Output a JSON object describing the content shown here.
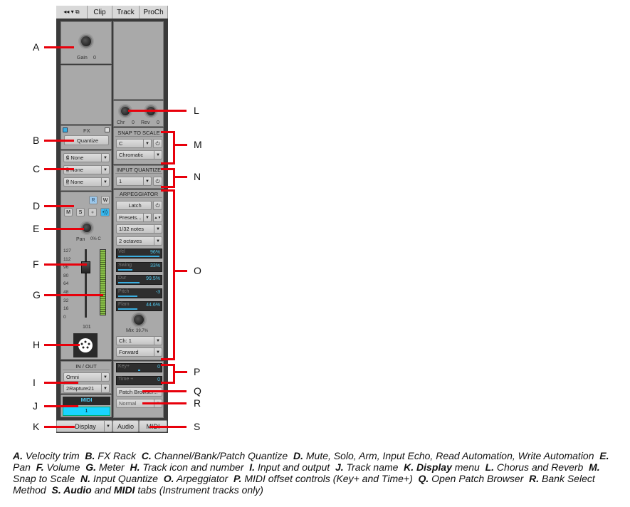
{
  "tabs": {
    "icons": "◂◂ ▾ ⧉",
    "clip": "Clip",
    "track": "Track",
    "proch": "ProCh"
  },
  "gain": {
    "label": "Gain",
    "value": "0"
  },
  "chorus": {
    "label": "Chr",
    "value": "0"
  },
  "reverb": {
    "label": "Rev",
    "value": "0"
  },
  "fx": {
    "title": "FX",
    "quantize": "Quantize"
  },
  "quantize_rows": [
    {
      "tag": "C",
      "value": "None"
    },
    {
      "tag": "B",
      "value": "None"
    },
    {
      "tag": "P",
      "value": "None"
    }
  ],
  "buttons": {
    "read": "R",
    "write": "W",
    "mute": "M",
    "solo": "S"
  },
  "pan": {
    "label": "Pan",
    "value": "0% C"
  },
  "volume": {
    "ticks": [
      "127",
      "112",
      "96",
      "80",
      "64",
      "48",
      "32",
      "16",
      "0"
    ],
    "value": "101",
    "level": 0.79
  },
  "snap": {
    "title": "SNAP TO SCALE",
    "key": "C",
    "scale": "Chromatic"
  },
  "input_quantize": {
    "title": "INPUT QUANTIZE",
    "value": "1"
  },
  "arp": {
    "title": "ARPEGGIATOR",
    "latch": "Latch",
    "presets": "Presets...",
    "notes": "1/32 notes",
    "octaves": "2 octaves",
    "params": [
      {
        "name": "Vel",
        "value": "96%",
        "fill": 0.96
      },
      {
        "name": "Swing",
        "value": "33%",
        "fill": 0.33
      },
      {
        "name": "Dur",
        "value": "99.5%",
        "fill": 0.5
      },
      {
        "name": "Pitch",
        "value": "-3",
        "fill": 0.45
      },
      {
        "name": "Flam",
        "value": "44.6%",
        "fill": 0.45
      }
    ],
    "mix_label": "Mix",
    "mix_value": "39.7%",
    "channel": "Ch: 1",
    "direction": "Forward"
  },
  "inout": {
    "title": "IN / OUT",
    "input": "Omni",
    "output": "2Rapture21"
  },
  "track": {
    "name": "MIDI",
    "number": "1"
  },
  "offset": {
    "key_label": "Key+",
    "key_value": "0",
    "time_label": "Time +",
    "time_value": "0"
  },
  "patch_browser": "Patch Browser...",
  "bank_method": "Normal",
  "bottom": {
    "display": "Display",
    "audio": "Audio",
    "midi": "MIDI"
  },
  "callouts": {
    "A": "A",
    "B": "B",
    "C": "C",
    "D": "D",
    "E": "E",
    "F": "F",
    "G": "G",
    "H": "H",
    "I": "I",
    "J": "J",
    "K": "K",
    "L": "L",
    "M": "M",
    "N": "N",
    "O": "O",
    "P": "P",
    "Q": "Q",
    "R": "R",
    "S": "S"
  },
  "caption": [
    {
      "k": "A.",
      "t": " Velocity trim  "
    },
    {
      "k": "B.",
      "t": " FX Rack  "
    },
    {
      "k": "C.",
      "t": " Channel/Bank/Patch Quantize  "
    },
    {
      "k": "D.",
      "t": " Mute, Solo, Arm, Input Echo, Read Automation, Write Automation  "
    },
    {
      "k": "E.",
      "t": " Pan  "
    },
    {
      "k": "F.",
      "t": " Volume  "
    },
    {
      "k": "G.",
      "t": " Meter  "
    },
    {
      "k": "H.",
      "t": " Track icon and number  "
    },
    {
      "k": "I.",
      "t": " Input and output  "
    },
    {
      "k": "J.",
      "t": " Track name  "
    },
    {
      "k": "K. Display",
      "t": " menu  "
    },
    {
      "k": "L.",
      "t": " Chorus and Reverb  "
    },
    {
      "k": "M.",
      "t": " Snap to Scale  "
    },
    {
      "k": "N.",
      "t": " Input Quantize  "
    },
    {
      "k": "O.",
      "t": " Arpeggiator  "
    },
    {
      "k": "P.",
      "t": " MIDI offset controls (Key+ and Time+)  "
    },
    {
      "k": "Q.",
      "t": " Open Patch Browser  "
    },
    {
      "k": "R.",
      "t": " Bank Select Method  "
    },
    {
      "k": "S. Audio",
      "t": " and "
    },
    {
      "k": "MIDI",
      "t": " tabs (Instrument tracks only)"
    }
  ]
}
